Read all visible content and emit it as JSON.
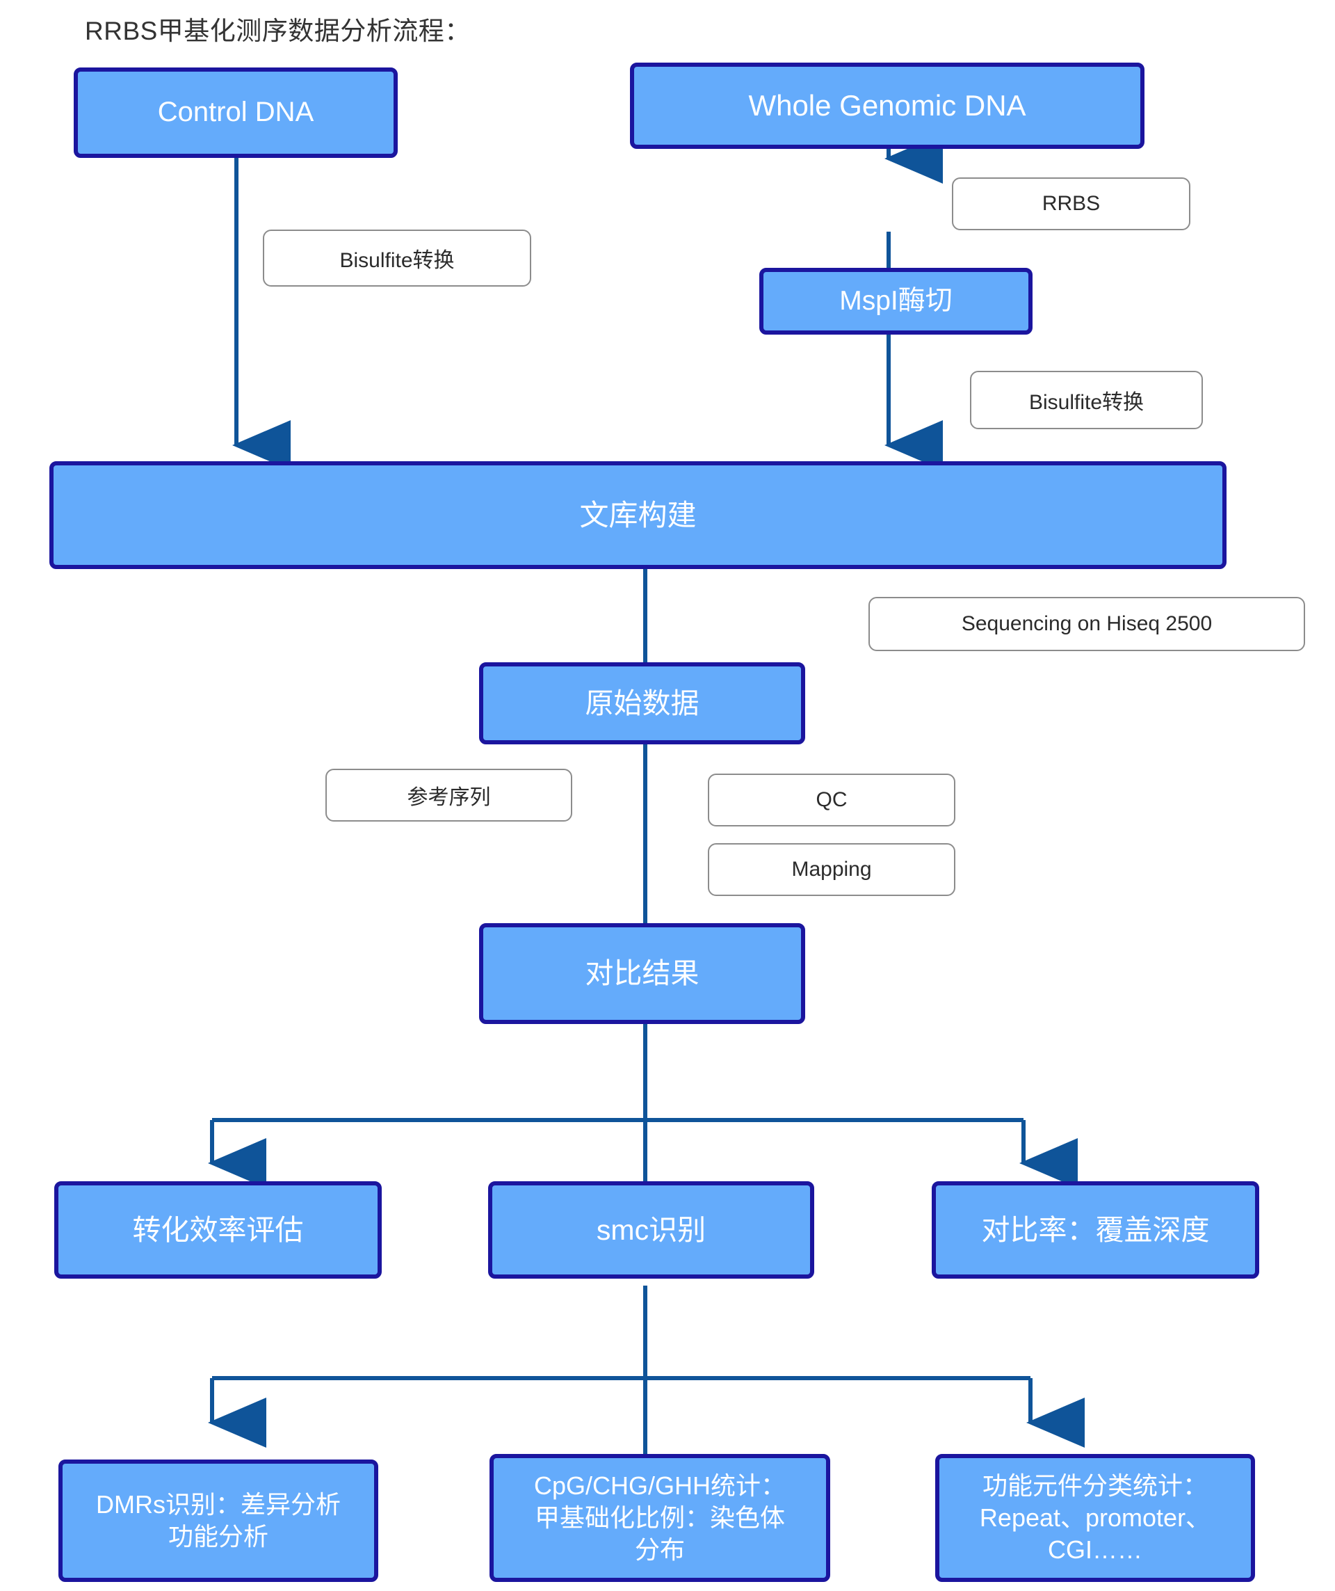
{
  "page": {
    "title": "RRBS甲基化测序数据分析流程：",
    "background": "#ffffff",
    "box_fill": "#64ABFB",
    "box_border": "#1B159E",
    "box_text": "#ffffff",
    "label_border": "#8C8C8C",
    "label_text": "#2b2b2b",
    "connector_color": "#0F5499"
  },
  "nodes": {
    "control_dna": "Control DNA",
    "whole_genomic_dna": "Whole Genomic DNA",
    "mspi": "MspI酶切",
    "library": "文库构建",
    "raw_data": "原始数据",
    "mapping_result": "对比结果",
    "conversion_eff": "转化效率评估",
    "smc": "smc识别",
    "map_rate": "对比率：覆盖深度",
    "dmrs_line1": "DMRs识别：差异分析",
    "dmrs_line2": "功能分析",
    "cpg_line1": "CpG/CHG/GHH统计：",
    "cpg_line2": "甲基础化比例：染色体",
    "cpg_line3": "分布",
    "func_line1": "功能元件分类统计：",
    "func_line2": "Repeat、promoter、",
    "func_line3": "CGI……"
  },
  "labels": {
    "bisulfite_left": "Bisulfite转换",
    "rrbs": "RRBS",
    "bisulfite_right": "Bisulfite转换",
    "sequencing": "Sequencing on Hiseq 2500",
    "reference": "参考序列",
    "qc": "QC",
    "mapping": "Mapping"
  }
}
